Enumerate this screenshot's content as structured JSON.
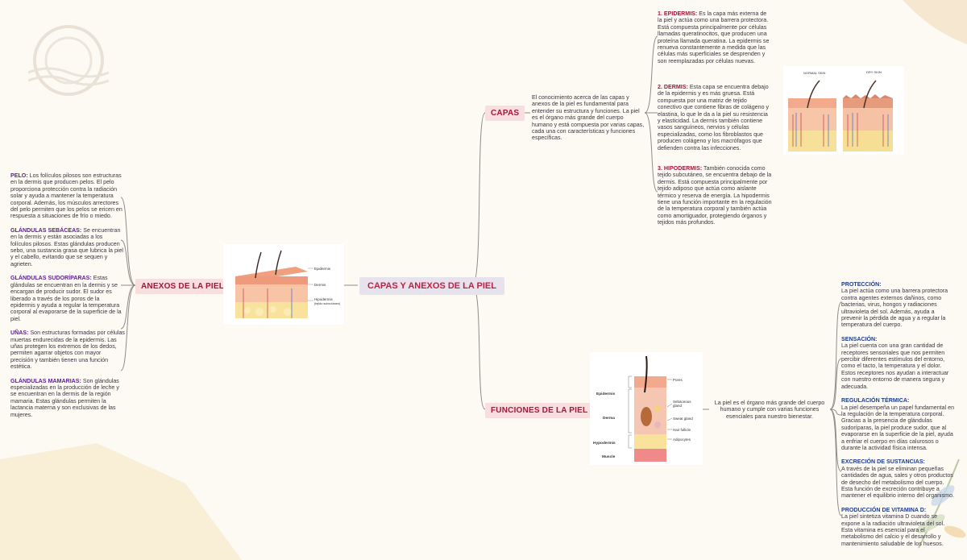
{
  "central": "CAPAS Y ANEXOS DE LA PIEL",
  "capas": {
    "label": "CAPAS",
    "intro": "El conocimiento acerca de las capas y anexos de la piel es fundamental para entender su estructura y funciones. La piel es el órgano más grande del cuerpo humano y está compuesta por varias capas, cada una con características y funciones específicas.",
    "items": [
      {
        "title": "1. EPIDERMIS:",
        "text": "Es la capa más externa de la piel y actúa como una barrera protectora. Está compuesta principalmente por células llamadas queratinocitos, que producen una proteína llamada queratina. La epidermis se renueva constantemente a medida que las células más superficiales se desprenden y son reemplazadas por células nuevas."
      },
      {
        "title": "2. DERMIS:",
        "text": "Esta capa se encuentra debajo de la epidermis y es más gruesa. Está compuesta por una matriz de tejido conectivo que contiene fibras de colágeno y elastina, lo que le da a la piel su resistencia y elasticidad. La dermis también contiene vasos sanguíneos, nervios y células especializadas, como los fibroblastos que producen colágeno y los macrófagos que defienden contra las infecciones."
      },
      {
        "title": "3. HIPODERMIS:",
        "text": "También conocida como tejido subcutáneo, se encuentra debajo de la dermis. Está compuesta principalmente por tejido adiposo que actúa como aislante térmico y reserva de energía. La hipodermis tiene una función importante en la regulación de la temperatura corporal y también actúa como amortiguador, protegiendo órganos y tejidos más profundos."
      }
    ],
    "image": {
      "normal": "NORMAL SKIN",
      "dry": "DRY SKIN"
    }
  },
  "anexos": {
    "label": "ANEXOS DE LA PIEL",
    "items": [
      {
        "title": "PELO:",
        "text": "Los folículos pilosos son estructuras en la dermis que producen pelos. El pelo proporciona protección contra la radiación solar y ayuda a mantener la temperatura corporal. Además, los músculos arrectores del pelo permiten que los pelos se ericen en respuesta a situaciones de frío o miedo."
      },
      {
        "title": "GLÁNDULAS SEBÁCEAS:",
        "text": "Se encuentran en la dermis y están asociadas a los folículos pilosos. Estas glándulas producen sebo, una sustancia grasa que lubrica la piel y el cabello, evitando que se sequen y agrieten."
      },
      {
        "title": "GLÁNDULAS SUDORÍPARAS:",
        "text": "Estas glándulas se encuentran en la dermis y se encargan de producir sudor. El sudor es liberado a través de los poros de la epidermis y ayuda a regular la temperatura corporal al evaporarse de la superficie de la piel."
      },
      {
        "title": "UÑAS:",
        "text": "Son estructuras formadas por células muertas endurecidas de la epidermis. Las uñas protegen los extremos de los dedos, permiten agarrar objetos con mayor precisión y también tienen una función estética."
      },
      {
        "title": "GLÁNDULAS MAMARIAS:",
        "text": "Son glándulas especializadas en la producción de leche y se encuentran en la dermis de la región mamaria. Estas glándulas permiten la lactancia materna y son exclusivas de las mujeres."
      }
    ],
    "image": {
      "epidermis": "Epidermis",
      "dermis": "Dermis",
      "hypo": "Hipodermis",
      "hypo2": "(tejido subcutáneo)"
    }
  },
  "funciones": {
    "label": "FUNCIONES DE LA PIEL",
    "intro": "La piel es el órgano más grande del cuerpo humano y cumple con varias funciones esenciales para nuestro bienestar.",
    "items": [
      {
        "title": "PROTECCIÓN:",
        "text": "La piel actúa como una barrera protectora contra agentes externos dañinos, como bacterias, virus, hongos y radiaciones ultravioleta del sol. Además, ayuda a prevenir la pérdida de agua y a regular la temperatura del cuerpo."
      },
      {
        "title": "SENSACIÓN:",
        "text": "La piel cuenta con una gran cantidad de receptores sensoriales que nos permiten percibir diferentes estímulos del entorno, como el tacto, la temperatura y el dolor. Estos receptores nos ayudan a interactuar con nuestro entorno de manera segura y adecuada."
      },
      {
        "title": "REGULACIÓN TÉRMICA:",
        "text": "La piel desempeña un papel fundamental en la regulación de la temperatura corporal. Gracias a la presencia de glándulas sudoríparas, la piel produce sudor, que al evaporarse en la superficie de la piel, ayuda a enfriar el cuerpo en días calurosos o durante la actividad física intensa."
      },
      {
        "title": "EXCRECIÓN DE SUSTANCIAS:",
        "text": "A través de la piel se eliminan pequeñas cantidades de agua, sales y otros productos de desecho del metabolismo del cuerpo. Esta función de excreción contribuye a mantener el equilibrio interno del organismo."
      },
      {
        "title": "PRODUCCIÓN DE VITAMINA D:",
        "text": "La piel sintetiza vitamina D cuando se expone a la radiación ultravioleta del sol. Esta vitamina es esencial para el metabolismo del calcio y el desarrollo y mantenimiento saludable de los huesos."
      }
    ],
    "image": {
      "pores": "Pores",
      "sebaceous": "Sebaceous",
      "gland": "gland",
      "sweat": "Sweat gland",
      "hair": "Hair follicle",
      "adipo": "Adipocytes",
      "epi": "Epidermis",
      "derma": "Derma",
      "hypo": "Hypodermis",
      "muscle": "Muscle"
    }
  },
  "colors": {
    "node_bg": "#f9dede",
    "node_text": "#a3173b",
    "central_bg": "#e7e3ec",
    "line": "#8f8a86"
  }
}
